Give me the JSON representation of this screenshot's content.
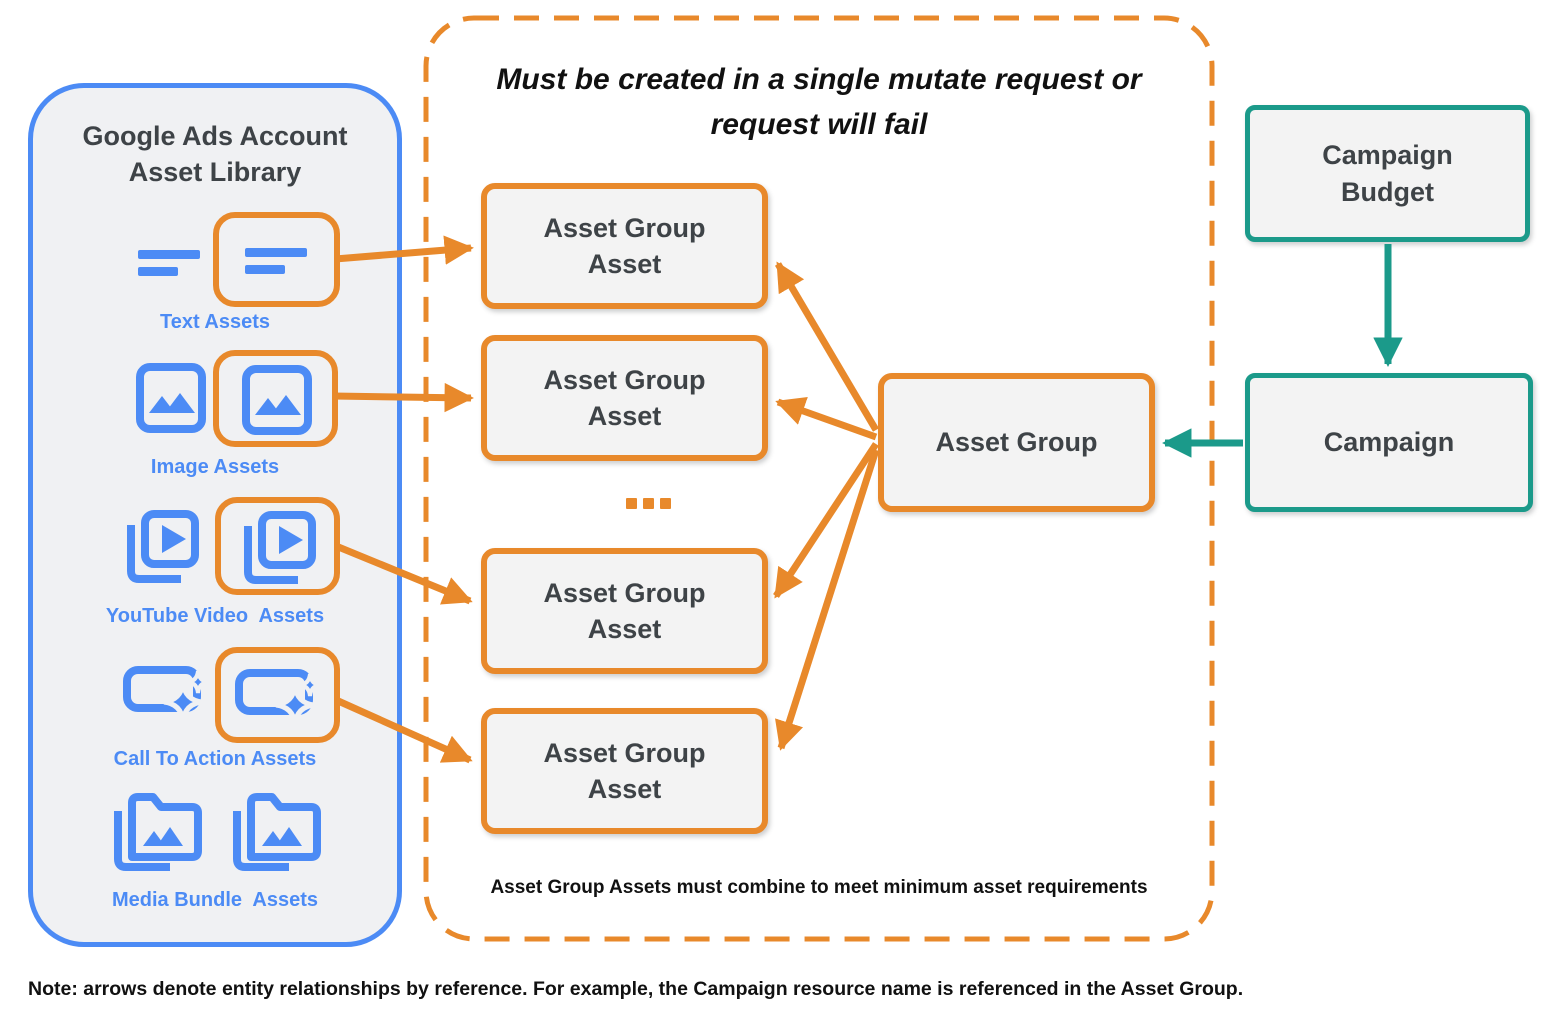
{
  "colors": {
    "blue": "#4C8BF5",
    "orange": "#E8892B",
    "teal": "#1B9A8A",
    "dark_text": "#3E4347",
    "black_text": "#111111",
    "panel_bg": "#F0F1F3",
    "box_bg": "#F3F3F3",
    "white": "#FFFFFF"
  },
  "asset_library": {
    "title": "Google Ads Account Asset Library",
    "items": [
      {
        "label": "Text Assets",
        "icon": "text-lines-icon"
      },
      {
        "label": "Image Assets",
        "icon": "image-icon"
      },
      {
        "label": "YouTube Video  Assets",
        "icon": "youtube-video-icon"
      },
      {
        "label": "Call To Action Assets",
        "icon": "call-to-action-icon"
      },
      {
        "label": "Media Bundle  Assets",
        "icon": "media-bundle-icon"
      }
    ]
  },
  "mutate_panel": {
    "title": "Must be created in a single mutate request or request will fail",
    "asset_group_asset_boxes": [
      {
        "label": "Asset Group Asset"
      },
      {
        "label": "Asset Group Asset"
      },
      {
        "label": "Asset Group Asset"
      },
      {
        "label": "Asset Group Asset"
      }
    ],
    "ellipsis_icon": "ellipsis-dots",
    "asset_group": {
      "label": "Asset Group"
    },
    "footnote": "Asset Group Assets must combine to meet minimum asset requirements"
  },
  "campaign_flow": {
    "campaign_budget": {
      "label": "Campaign Budget"
    },
    "campaign": {
      "label": "Campaign"
    }
  },
  "note": "Note: arrows denote entity relationships by reference. For example, the Campaign resource name is referenced in the Asset Group."
}
